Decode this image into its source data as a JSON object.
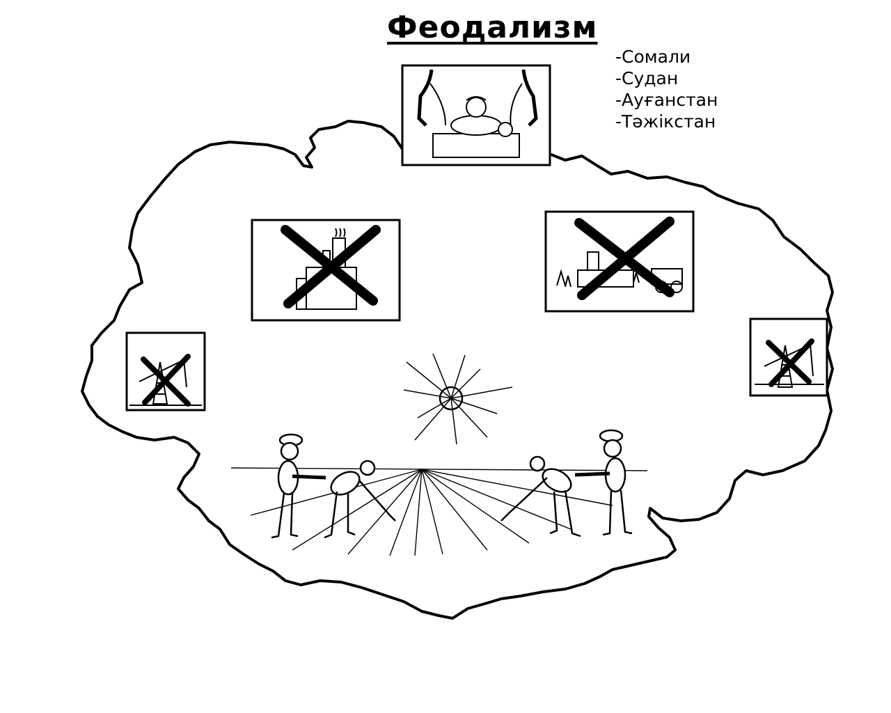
{
  "title": "Феодализм",
  "countries": [
    "-Сомали",
    "-Судан",
    "-Ауғанстан",
    "-Тәжікстан"
  ],
  "colors": {
    "ink": "#000000",
    "background": "#ffffff"
  },
  "panels": [
    {
      "name": "armed-ruler-panel",
      "icon": "ruler-with-rifles-icon",
      "crossed": false
    },
    {
      "name": "factory-panel",
      "icon": "factory-icon",
      "crossed": true
    },
    {
      "name": "agriculture-machinery-panel",
      "icon": "tractor-icon",
      "crossed": true
    },
    {
      "name": "oil-pump-left-panel",
      "icon": "oil-pump-icon",
      "crossed": true
    },
    {
      "name": "oil-pump-right-panel",
      "icon": "oil-pump-icon",
      "crossed": true
    }
  ],
  "scene": {
    "sun": "sun-icon",
    "figures": [
      "guard-with-gun",
      "bent-worker",
      "bent-worker",
      "guard-with-gun"
    ]
  }
}
